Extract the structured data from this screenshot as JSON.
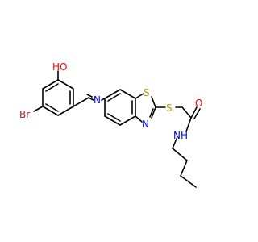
{
  "molecule": {
    "atoms": {
      "hydroxyl": "HO",
      "bromine": "Br",
      "imine_n": "N",
      "thiazole_s": "S",
      "thiazole_n": "N",
      "thioether_s": "S",
      "carbonyl_o": "O",
      "amide_nh": "NH"
    },
    "colors": {
      "bond": "#000000",
      "oxygen": "#ff0000",
      "bromine": "#a52a2a",
      "nitrogen": "#0000ff",
      "sulfur": "#b8a000"
    }
  }
}
